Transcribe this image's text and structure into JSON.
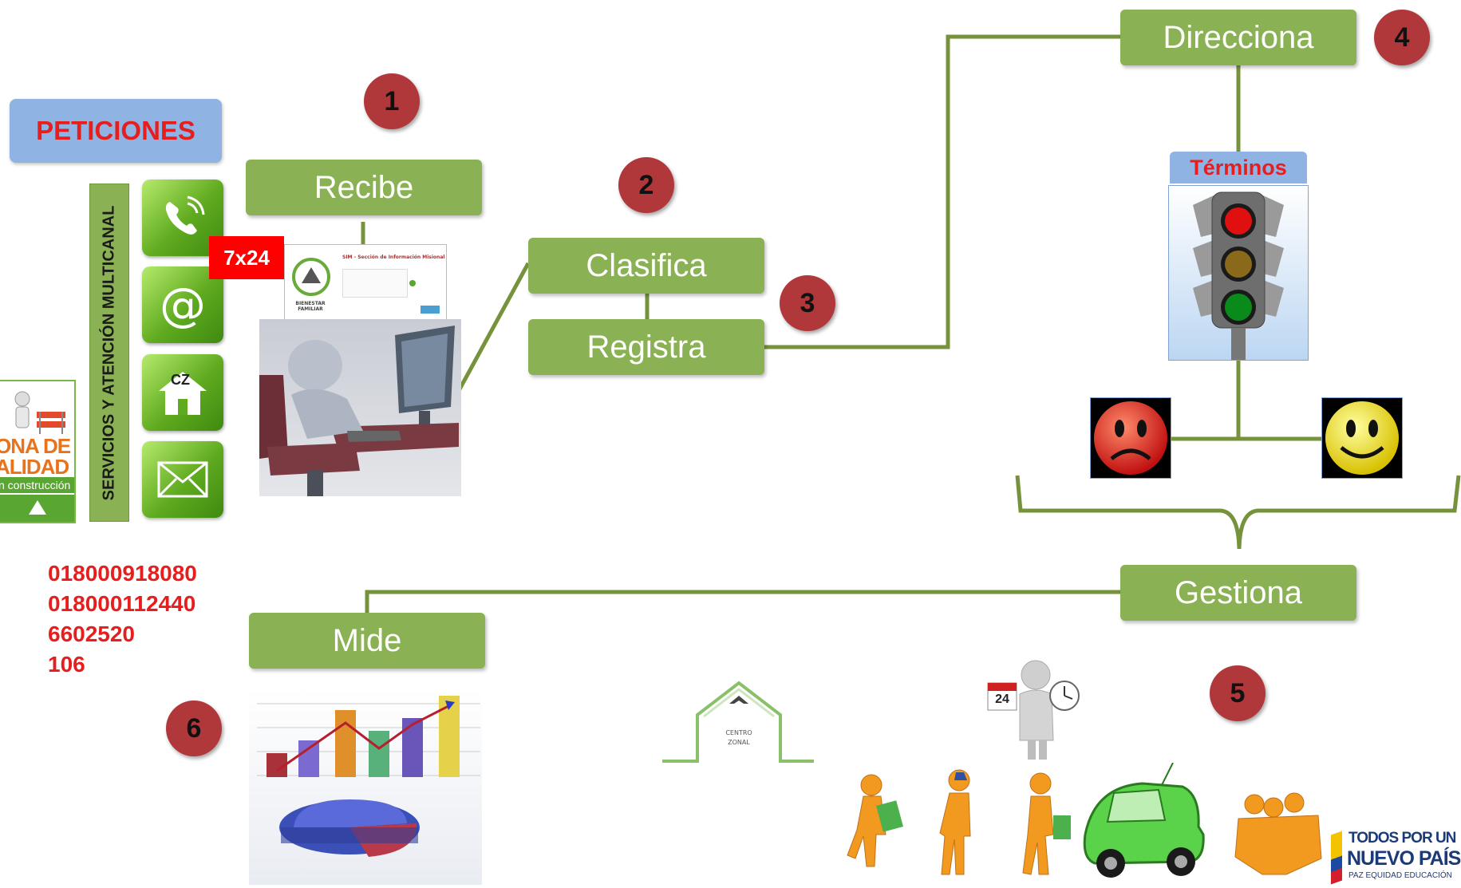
{
  "peticiones": "PETICIONES",
  "vertical_label": "SERVICIOS Y ATENCIÓN MULTICANAL",
  "badge_7x24": "7x24",
  "channels": {
    "phone": "phone-icon",
    "email": "at-icon",
    "cz_label": "CZ",
    "mail": "envelope-icon"
  },
  "zona_sign": {
    "line1": "ONA DE",
    "line2": "ALIDAD",
    "line3": "n construcción"
  },
  "steps": {
    "recibe": "Recibe",
    "clasifica": "Clasifica",
    "registra": "Registra",
    "direcciona": "Direcciona",
    "gestiona": "Gestiona",
    "mide": "Mide"
  },
  "numbers": {
    "n1": "1",
    "n2": "2",
    "n3": "3",
    "n4": "4",
    "n5": "5",
    "n6": "6"
  },
  "terminos": "Términos",
  "phones": [
    "018000918080",
    "018000112440",
    "6602520",
    "106"
  ],
  "screen_thumb": {
    "title": "SIM - Sección de Información Misional",
    "logo": "BIENESTAR FAMILIAR"
  },
  "centro_zonal": [
    "CENTRO",
    "ZONAL"
  ],
  "calendar_day": "24",
  "footer_logo": {
    "line1": "TODOS POR UN",
    "line2": "NUEVO PAÍS",
    "line3": "PAZ  EQUIDAD  EDUCACIÓN"
  },
  "colors": {
    "step_green": "#8ab153",
    "connector": "#76933c",
    "number_red": "#b0373a",
    "peticiones_bg": "#8fb4e3",
    "phone_red": "#e61e1e"
  }
}
